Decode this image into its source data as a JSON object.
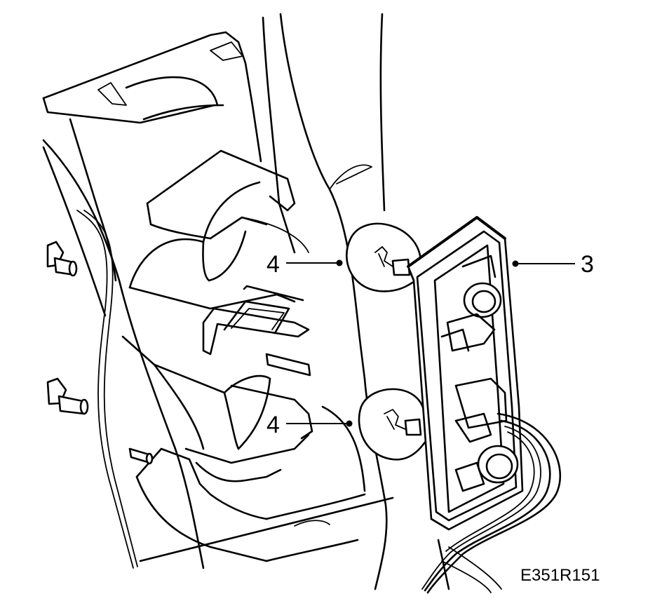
{
  "callouts": {
    "lamp_holder": "3",
    "bulb_upper": "4",
    "bulb_lower": "4"
  },
  "figure_ref": "E351R151",
  "colors": {
    "ink": "#000000",
    "paper": "#ffffff"
  }
}
